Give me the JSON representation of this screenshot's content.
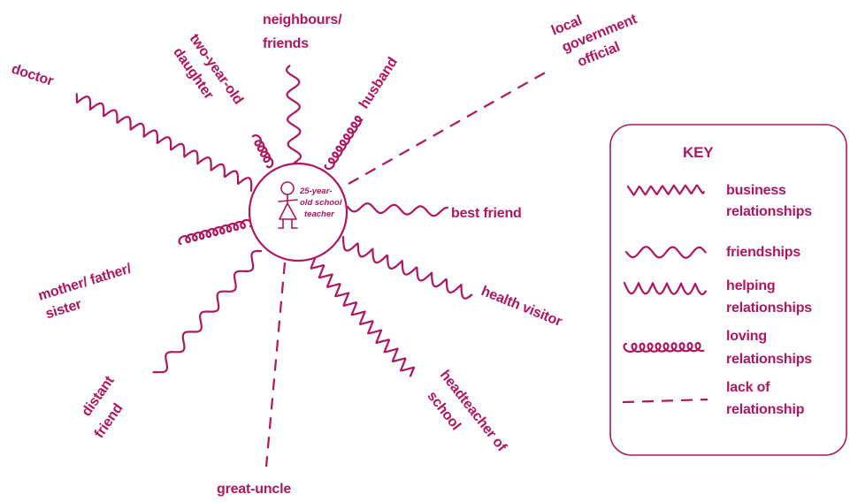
{
  "colors": {
    "ink": "#b01660",
    "background": "#ffffff"
  },
  "diagram": {
    "centre": [
      "25-year-",
      "old school",
      "teacher"
    ],
    "nodes": {
      "neighbours": [
        "neighbours/",
        "friends"
      ],
      "daughter": [
        "two-year-old",
        "daughter"
      ],
      "husband": [
        "husband"
      ],
      "official": [
        "local",
        "government",
        "official"
      ],
      "doctor": [
        "doctor"
      ],
      "best_friend": [
        "best friend"
      ],
      "family": [
        "mother/ father/",
        "sister"
      ],
      "health_visitor": [
        "health visitor"
      ],
      "distant_friend": [
        "distant",
        "friend"
      ],
      "great_uncle": [
        "great-uncle"
      ],
      "headteacher": [
        "headteacher of",
        "school"
      ]
    }
  },
  "key": {
    "title": "KEY",
    "business": [
      "business",
      "relationships"
    ],
    "friendships": [
      "friendships"
    ],
    "helping": [
      "helping",
      "relationships"
    ],
    "loving": [
      "loving",
      "relationships"
    ],
    "lack": [
      "lack of",
      "relationship"
    ]
  }
}
